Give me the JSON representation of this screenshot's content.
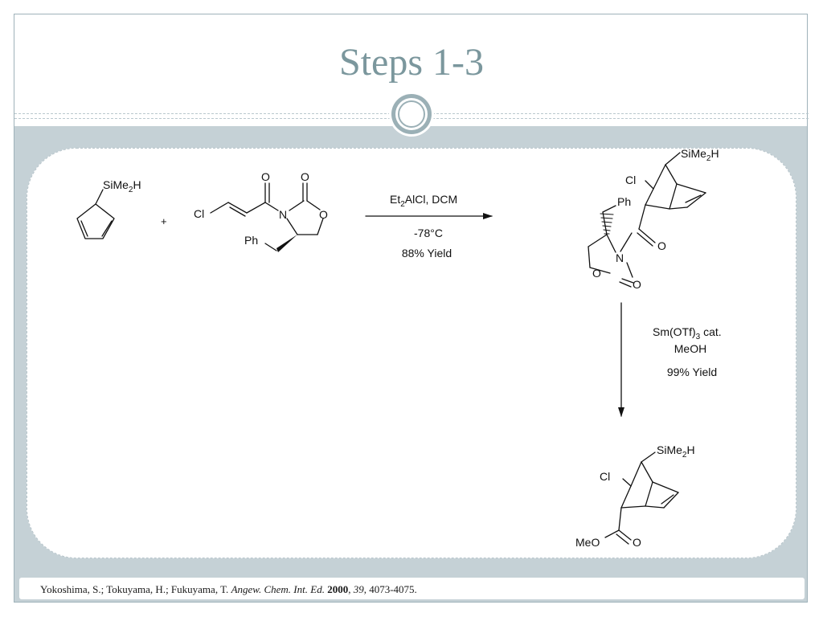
{
  "slide": {
    "title": "Steps 1-3"
  },
  "reaction": {
    "plus_sign": "+",
    "step1": {
      "reagent_pre": "Et",
      "reagent_sub": "2",
      "reagent_post": "AlCl, DCM",
      "temperature": "-78°C",
      "yield": "88% Yield"
    },
    "step2": {
      "reagent_pre": "Sm(OTf)",
      "reagent_sub": "3",
      "reagent_post": " cat.",
      "solvent": "MeOH",
      "yield": "99% Yield"
    },
    "atoms": {
      "si_pre": "SiMe",
      "si_sub": "2",
      "si_post": "H",
      "cl": "Cl",
      "o": "O",
      "n": "N",
      "ph": "Ph",
      "meo": "MeO"
    }
  },
  "citation": {
    "authors": "Yokoshima, S.; Tokuyama, H.; Fukuyama, T. ",
    "journal": "Angew. Chem. Int. Ed.",
    "year": "2000",
    "volume": "39",
    "pages": ", 4073-4075."
  },
  "colors": {
    "title": "#7b979d",
    "band": "#c5d1d6",
    "ornament": "#9bb0b6"
  }
}
